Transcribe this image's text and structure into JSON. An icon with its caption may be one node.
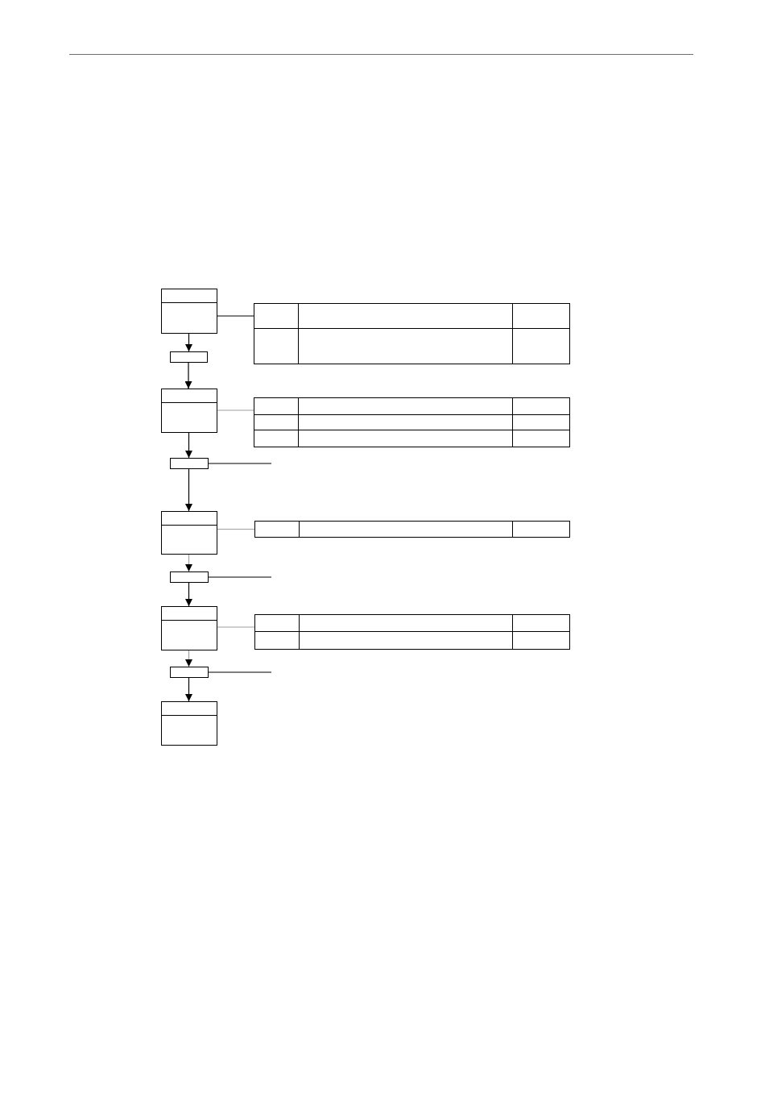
{
  "diagram": {
    "nodes": [
      {
        "text": [],
        "shape": "box"
      },
      {
        "text": [],
        "shape": "box"
      },
      {
        "text": [],
        "shape": "bar"
      },
      {
        "text": [],
        "shape": "box"
      },
      {
        "text": [],
        "shape": "box"
      },
      {
        "text": [],
        "shape": "bar"
      },
      {
        "text": [],
        "shape": "box"
      },
      {
        "text": [],
        "shape": "box"
      },
      {
        "text": [],
        "shape": "bar"
      },
      {
        "text": [],
        "shape": "box"
      },
      {
        "text": [],
        "shape": "box"
      },
      {
        "text": [],
        "shape": "bar"
      },
      {
        "text": [],
        "shape": "box"
      }
    ],
    "edges": [
      {
        "from": 0,
        "to": 1,
        "arrow": "none"
      },
      {
        "from": 0,
        "to": 2,
        "arrow": "to"
      },
      {
        "from": 2,
        "to": 3,
        "arrow": "to"
      },
      {
        "from": 3,
        "to": 4,
        "arrow": "none",
        "color": "#a0a0a0"
      },
      {
        "from": 3,
        "to": 5,
        "arrow": "to"
      },
      {
        "from": 5,
        "to": null,
        "arrow": "none"
      },
      {
        "from": 5,
        "to": 6,
        "arrow": "to"
      },
      {
        "from": 6,
        "to": 7,
        "arrow": "none",
        "color": "#a0a0a0"
      },
      {
        "from": 6,
        "to": 8,
        "arrow": "to",
        "color": "#a0a0a0"
      },
      {
        "from": 8,
        "to": null,
        "arrow": "none"
      },
      {
        "from": 8,
        "to": 9,
        "arrow": "to"
      },
      {
        "from": 9,
        "to": 10,
        "arrow": "none",
        "color": "#a0a0a0"
      },
      {
        "from": 9,
        "to": 11,
        "arrow": "to",
        "color": "#a0a0a0"
      },
      {
        "from": 11,
        "to": null,
        "arrow": "none"
      },
      {
        "from": 11,
        "to": 12,
        "arrow": "to"
      }
    ]
  }
}
